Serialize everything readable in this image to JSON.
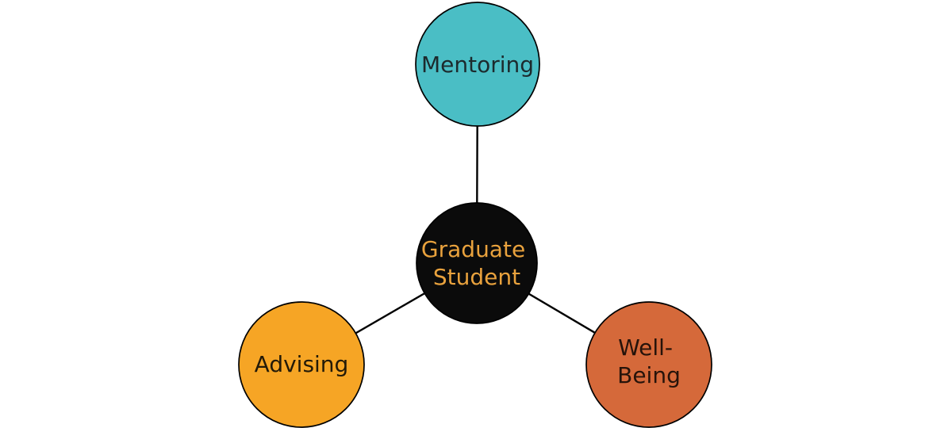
{
  "diagram": {
    "type": "hub-and-spoke",
    "background": "#ffffff",
    "connector": {
      "color": "#000000",
      "width": 2.4
    },
    "nodes": {
      "center": {
        "label": "Graduate Student",
        "line1": "Graduate",
        "line2": "Student",
        "fill": "#0b0b0b",
        "text_color": "#e9a23d"
      },
      "mentoring": {
        "label": "Mentoring",
        "fill": "#4abec5",
        "text_color": "#1c2a2d"
      },
      "advising": {
        "label": "Advising",
        "fill": "#f6a525",
        "text_color": "#231a08"
      },
      "wellbeing": {
        "label": "Well-Being",
        "line1": "Well-",
        "line2": "Being",
        "fill": "#d5693a",
        "text_color": "#26130a"
      }
    },
    "edges": [
      {
        "from": "Graduate Student",
        "to": "Mentoring"
      },
      {
        "from": "Graduate Student",
        "to": "Advising"
      },
      {
        "from": "Graduate Student",
        "to": "Well-Being"
      }
    ]
  }
}
